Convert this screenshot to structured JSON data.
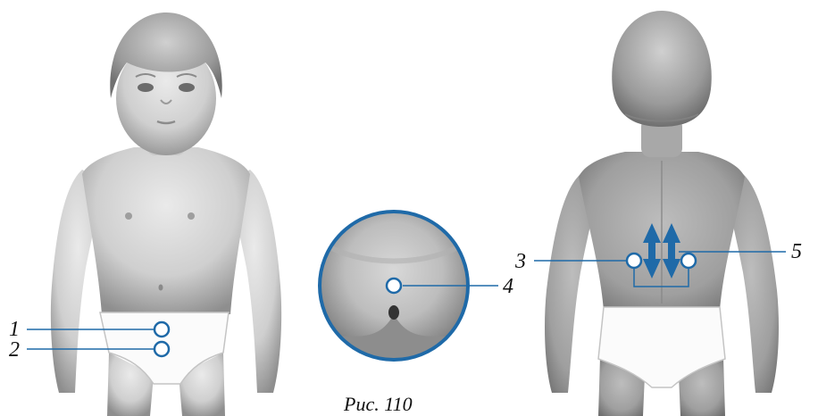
{
  "figure": {
    "caption": "Рис. 110",
    "labels": [
      "1",
      "2",
      "3",
      "4",
      "5"
    ]
  },
  "colors": {
    "marker": "#1f6aa8",
    "leader": "#1f6aa8",
    "skin_light": "#e2e2e2",
    "skin_dark": "#9a9a9a",
    "hair": "#a9a9a9",
    "underwear": "#fbfbfb"
  },
  "icons": [
    "marker-circle",
    "double-arrow-icon"
  ]
}
